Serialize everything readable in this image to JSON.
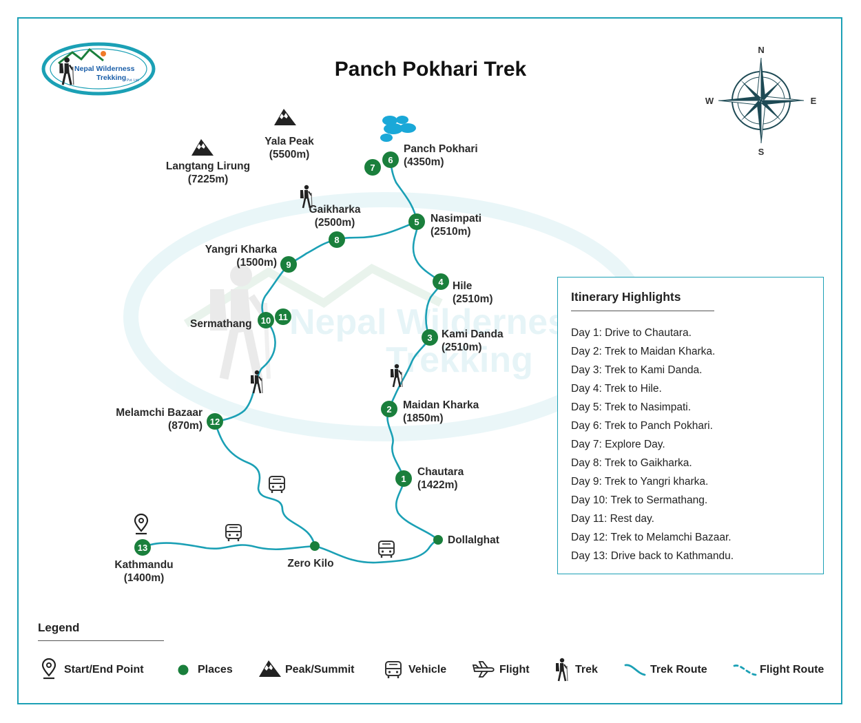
{
  "title": "Panch Pokhari Trek",
  "logo": {
    "line1": "Nepal Wilderness",
    "line2": "Trekking",
    "suffix": "Pvt. Ltd."
  },
  "compass": {
    "n": "N",
    "s": "S",
    "e": "E",
    "w": "W"
  },
  "places": {
    "panch_pokhari": {
      "name": "Panch Pokhari",
      "alt": "(4350m)"
    },
    "yala_peak": {
      "name": "Yala Peak",
      "alt": "(5500m)"
    },
    "langtang": {
      "name": "Langtang Lirung",
      "alt": "(7225m)"
    },
    "gaikharka": {
      "name": "Gaikharka",
      "alt": "(2500m)"
    },
    "nasimpati": {
      "name": "Nasimpati",
      "alt": "(2510m)"
    },
    "yangri": {
      "name": "Yangri Kharka",
      "alt": "(1500m)"
    },
    "hile": {
      "name": "Hile",
      "alt": "(2510m)"
    },
    "sermathang": {
      "name": "Sermathang"
    },
    "kami_danda": {
      "name": "Kami Danda",
      "alt": "(2510m)"
    },
    "maidan": {
      "name": "Maidan Kharka",
      "alt": "(1850m)"
    },
    "melamchi": {
      "name": "Melamchi Bazaar",
      "alt": "(870m)"
    },
    "chautara": {
      "name": "Chautara",
      "alt": "(1422m)"
    },
    "dollalghat": {
      "name": "Dollalghat"
    },
    "kathmandu": {
      "name": "Kathmandu",
      "alt": "(1400m)"
    },
    "zero_kilo": {
      "name": "Zero Kilo"
    }
  },
  "markers": [
    "1",
    "2",
    "3",
    "4",
    "5",
    "6",
    "7",
    "8",
    "9",
    "10",
    "11",
    "12",
    "13"
  ],
  "itinerary": {
    "title": "Itinerary Highlights",
    "days": [
      "Day 1: Drive to Chautara.",
      "Day 2: Trek to Maidan Kharka.",
      "Day 3: Trek to Kami Danda.",
      "Day 4: Trek to Hile.",
      "Day 5: Trek to Nasimpati.",
      "Day 6: Trek to Panch Pokhari.",
      "Day 7: Explore Day.",
      "Day 8: Trek to Gaikharka.",
      "Day 9: Trek to Yangri kharka.",
      "Day 10: Trek to Sermathang.",
      "Day 11: Rest day.",
      "Day 12: Trek to Melamchi Bazaar.",
      "Day 13: Drive back to Kathmandu."
    ]
  },
  "legend": {
    "title": "Legend",
    "items": {
      "start_end": "Start/End Point",
      "places": "Places",
      "peak": "Peak/Summit",
      "vehicle": "Vehicle",
      "flight": "Flight",
      "trek": "Trek",
      "trek_route": "Trek Route",
      "flight_route": "Flight Route"
    }
  },
  "colors": {
    "route": "#1ba0b5",
    "marker": "#1a7f3c",
    "frame": "#1ba0b5",
    "lake": "#1aa8d8"
  }
}
